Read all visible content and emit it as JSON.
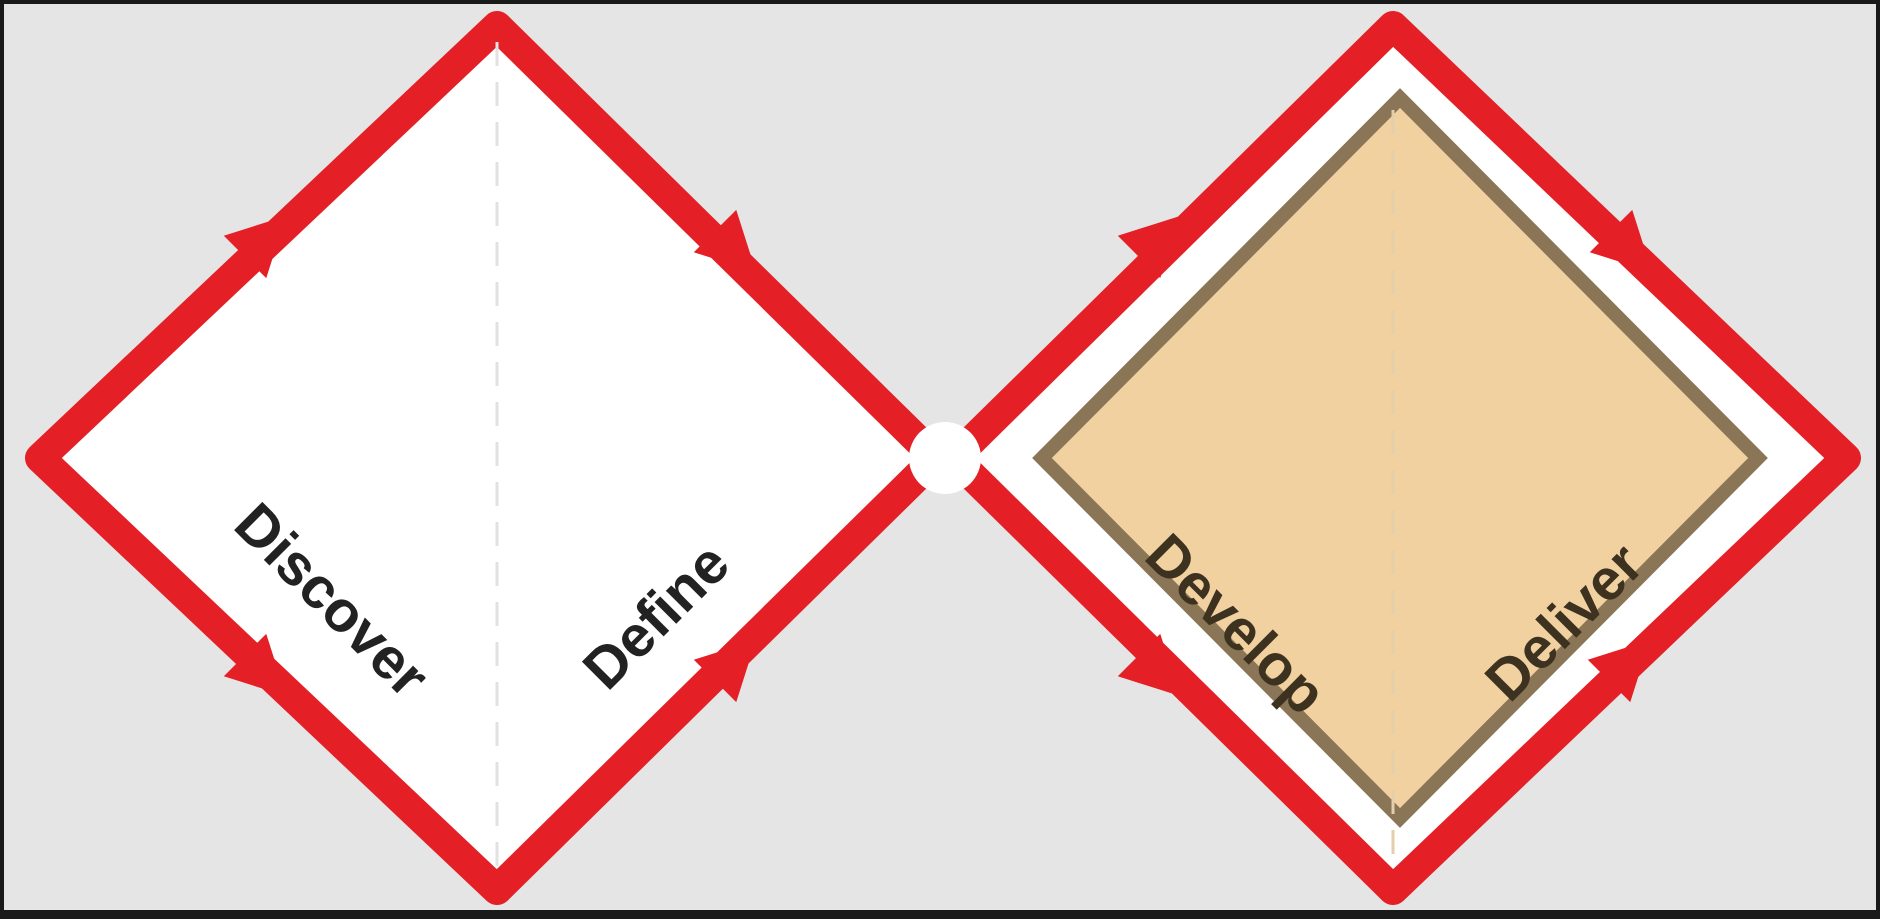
{
  "diagram": {
    "phases": [
      {
        "label": "Discover"
      },
      {
        "label": "Define"
      },
      {
        "label": "Develop"
      },
      {
        "label": "Deliver"
      }
    ],
    "colors": {
      "background": "#e5e5e5",
      "frame": "#1a1a1a",
      "diamond_fill": "#ffffff",
      "outline": "#e41f26",
      "highlight_fill": "#f1d19f",
      "highlight_outline": "#8a7656",
      "divider": "#e2e2e2",
      "label": "#222222",
      "label_on_highlight": "#3d3220"
    },
    "icons": {
      "flow_arrow": "triangle-arrow-icon",
      "junction": "circle-junction-icon"
    }
  }
}
